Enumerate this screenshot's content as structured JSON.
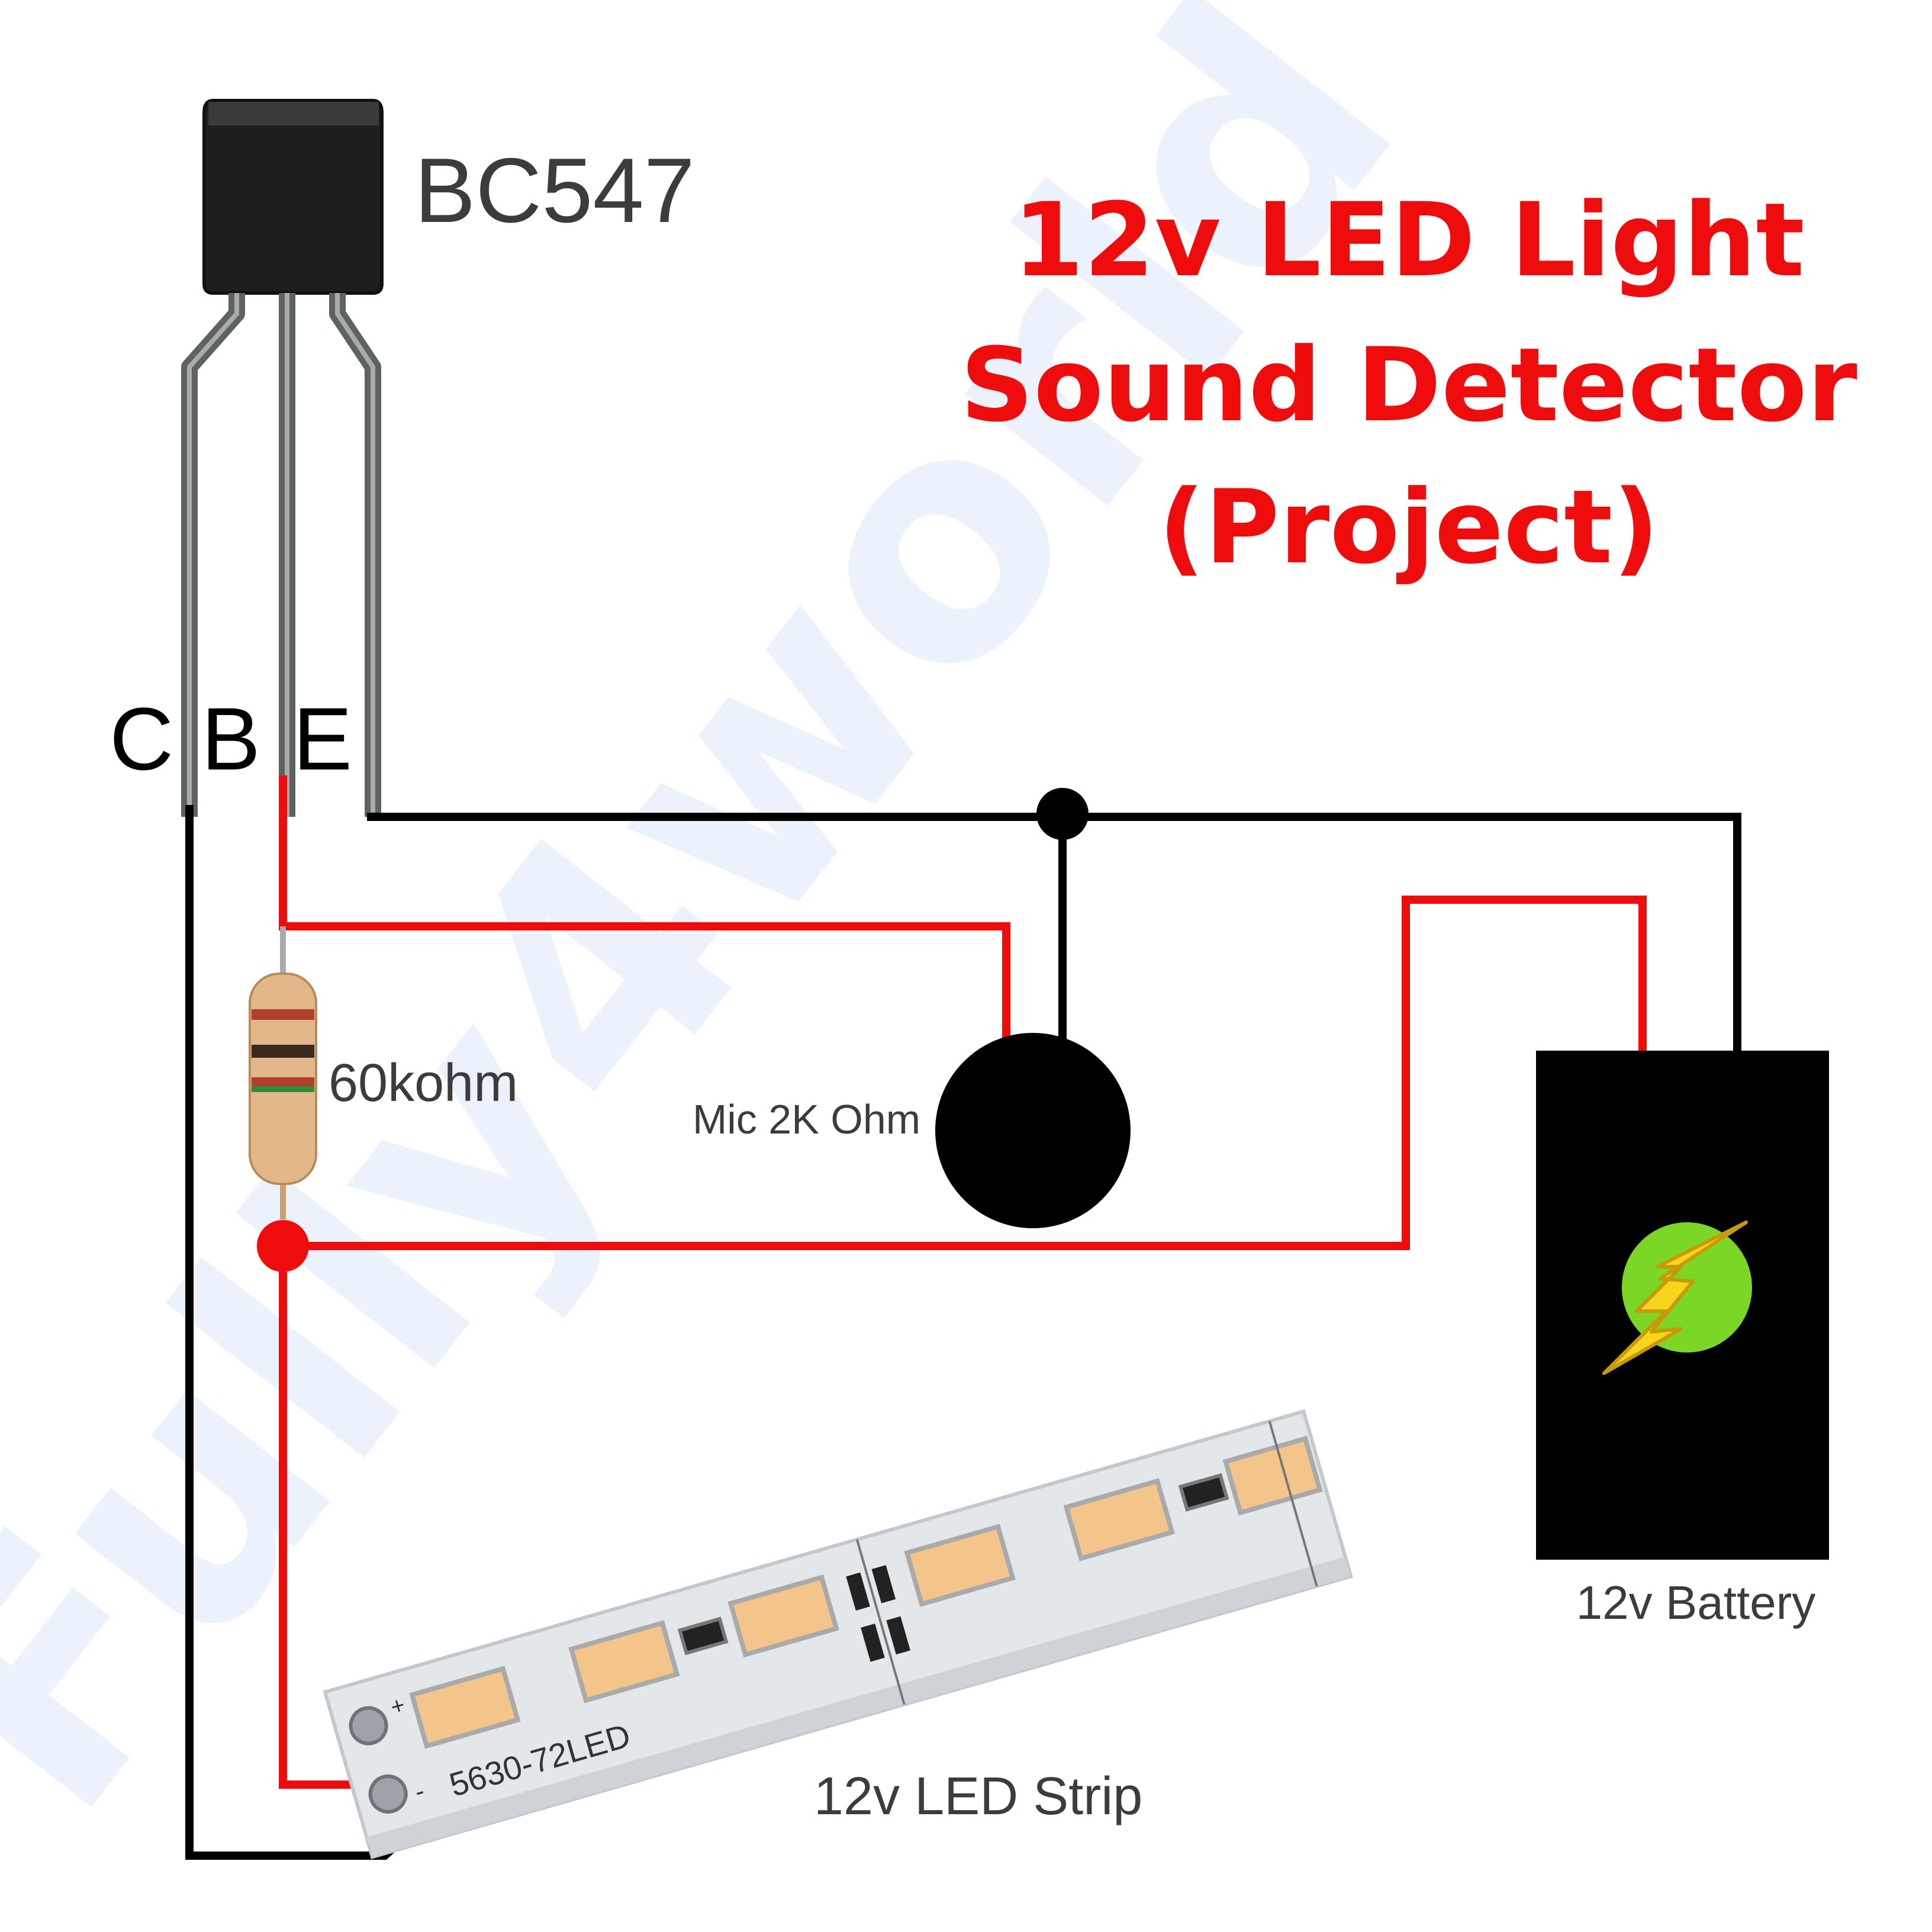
{
  "title": {
    "line1": "12v LED Light",
    "line2": "Sound Detector",
    "line3": "(Project)"
  },
  "watermark": "Fully4world",
  "transistor": {
    "label": "BC547",
    "pins": [
      "C",
      "B",
      "E"
    ]
  },
  "resistor": {
    "label": "60kohm"
  },
  "mic": {
    "label": "Mic 2K Ohm"
  },
  "battery": {
    "label": "12v Battery",
    "icon": "lightning-bolt-icon"
  },
  "led_strip": {
    "label": "12v LED Strip",
    "printed_code": "5630-72LED",
    "plus": "+",
    "minus": "-"
  },
  "colors": {
    "title": "#ee0c0c",
    "positive_wire": "#ee0c0c",
    "negative_wire": "#000000",
    "battery_body": "#000000",
    "bolt": "#f7d51d",
    "bolt_circle": "#7bd626",
    "led_chip": "#f4c58a",
    "strip": "#e4e7ea"
  }
}
